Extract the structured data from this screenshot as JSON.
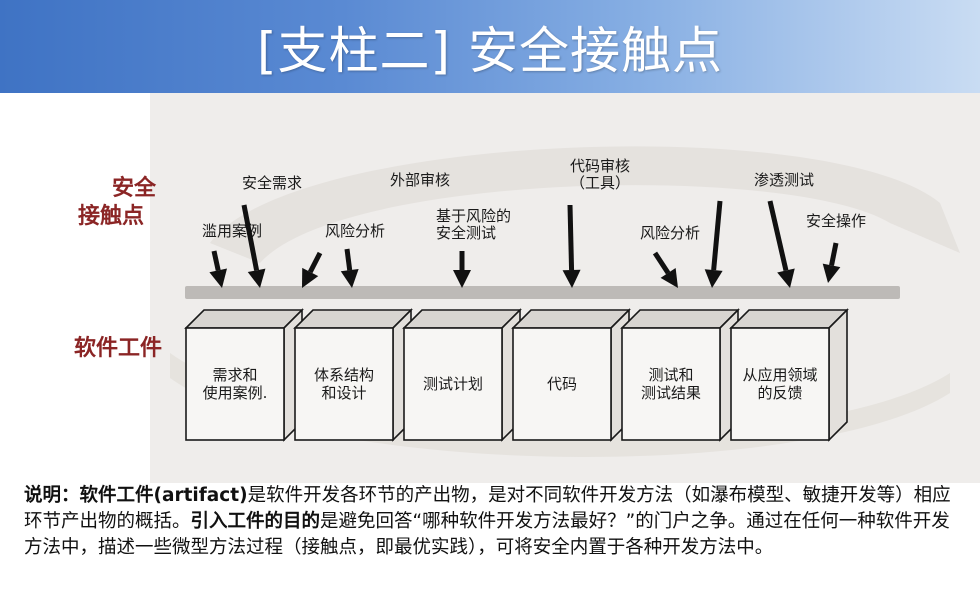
{
  "title": "[支柱二] 安全接触点",
  "labels": {
    "touchpoints": [
      "安全",
      "接触点"
    ],
    "artifacts": "软件工件"
  },
  "touchpoints": [
    {
      "id": "abuse-cases",
      "lines": [
        "滥用案例"
      ]
    },
    {
      "id": "security-requirements",
      "lines": [
        "安全需求"
      ]
    },
    {
      "id": "risk-analysis-1",
      "lines": [
        "风险分析"
      ]
    },
    {
      "id": "external-review",
      "lines": [
        "外部审核"
      ]
    },
    {
      "id": "risk-based-testing",
      "lines": [
        "基于风险的",
        "安全测试"
      ]
    },
    {
      "id": "code-review",
      "lines": [
        "代码审核",
        "（工具）"
      ]
    },
    {
      "id": "risk-analysis-2",
      "lines": [
        "风险分析"
      ]
    },
    {
      "id": "penetration-testing",
      "lines": [
        "渗透测试"
      ]
    },
    {
      "id": "security-operations",
      "lines": [
        "安全操作"
      ]
    }
  ],
  "artifacts": [
    {
      "id": "requirements",
      "lines": [
        "需求和",
        "使用案例."
      ]
    },
    {
      "id": "architecture",
      "lines": [
        "体系结构",
        "和设计"
      ]
    },
    {
      "id": "test-plan",
      "lines": [
        "测试计划"
      ]
    },
    {
      "id": "code",
      "lines": [
        "代码"
      ]
    },
    {
      "id": "test-results",
      "lines": [
        "测试和",
        "测试结果"
      ]
    },
    {
      "id": "field-feedback",
      "lines": [
        "从应用领域",
        "的反馈"
      ]
    }
  ],
  "caption": {
    "p1_label": "说明：",
    "p2_bold": "软件工件(artifact)",
    "p3": "是软件开发各环节的产出物，是对不同软件开发方法（如瀑布模型、敏捷开发等）相应环节产出物的概括。",
    "p4_bold": "引入工件的目的",
    "p5": "是避免回答“哪种软件开发方法最好？”的门户之争。通过在任何一种软件开发方法中，描述一些微型方法过程（接触点，即最优实践），可将安全内置于各种开发方法中。"
  },
  "colors": {
    "banner_start": "#3f73c4",
    "banner_end": "#c9dcf3",
    "label_red": "#8b2525",
    "arrow": "#111111"
  }
}
